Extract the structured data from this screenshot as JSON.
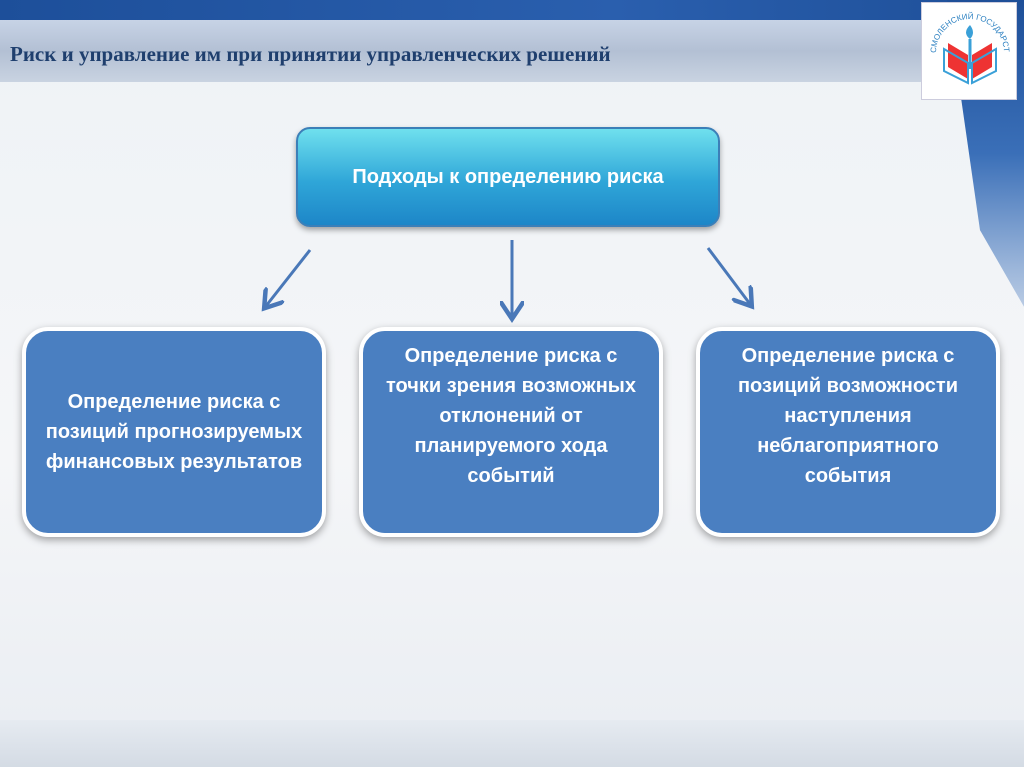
{
  "title": "Риск и управление им при принятии управленческих решений",
  "logo_text": "СМОЛЕНСКИЙ ГОСУДАРСТВЕННЫЙ УНИВЕРСИТЕТ",
  "root": "Подходы к определению риска",
  "children": [
    "Определение риска с позиций прогнозируемых финансовых результатов",
    "Определение риска с точки зрения возможных отклонений от планируемого хода событий",
    "Определение риска с позиций возможности наступления неблагоприятного события"
  ],
  "colors": {
    "box": "#4a7fc1",
    "root_top": "#6fe0ee",
    "title": "#1f3f6e",
    "arrow": "#4a78b8"
  }
}
